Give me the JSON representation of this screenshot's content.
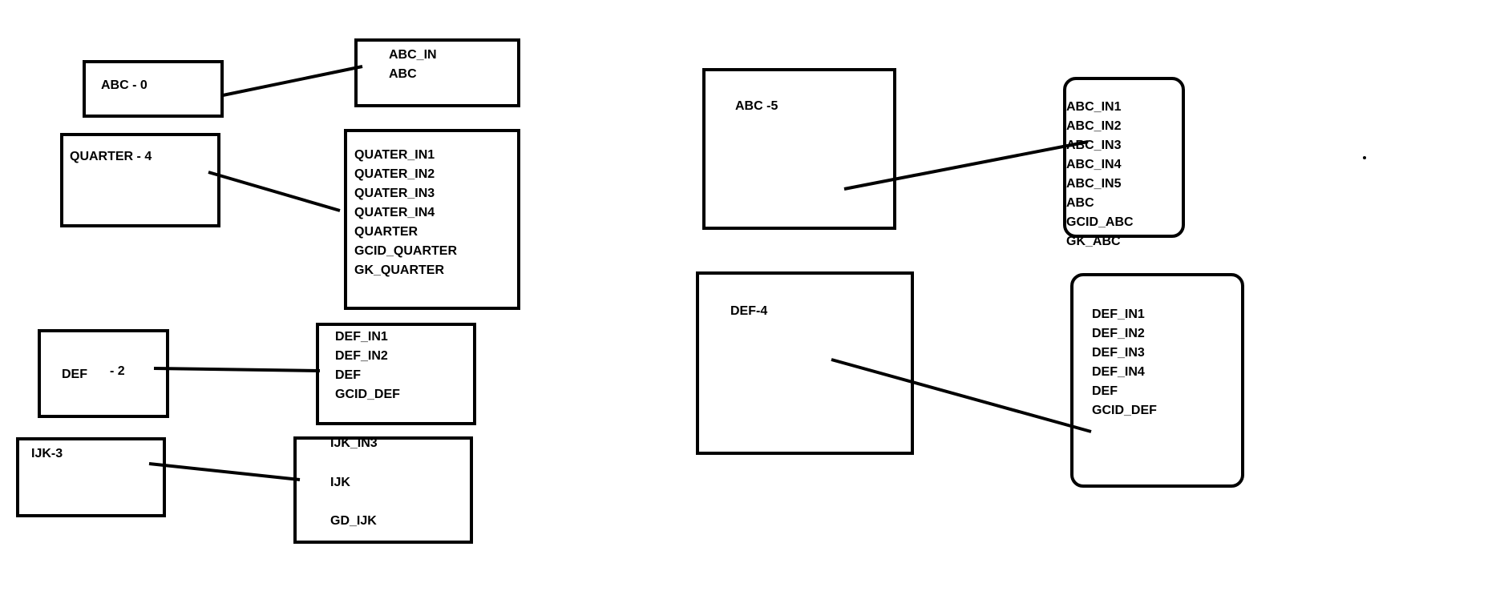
{
  "entities_left": {
    "abc": {
      "name": "ABC - 0",
      "fields": [
        "ABC_IN",
        "ABC"
      ]
    },
    "quarter": {
      "name": "QUARTER  - 4",
      "fields": [
        "QUATER_IN1",
        "QUATER_IN2",
        "QUATER_IN3",
        "QUATER_IN4",
        "QUARTER",
        "GCID_QUARTER",
        "GK_QUARTER"
      ]
    },
    "def": {
      "name_part1": "DEF",
      "name_part2": "- 2",
      "fields": [
        "DEF_IN1",
        "DEF_IN2",
        "DEF",
        "GCID_DEF"
      ]
    },
    "ijk": {
      "name": "IJK-3",
      "fields": [
        "IJK_IN3",
        "IJK",
        "GD_IJK"
      ]
    }
  },
  "entities_right": {
    "abc": {
      "name": "ABC -5",
      "fields": [
        "ABC_IN1",
        "ABC_IN2",
        "ABC_IN3",
        "ABC_IN4",
        "ABC_IN5",
        "ABC",
        "GCID_ABC",
        "GK_ABC"
      ]
    },
    "def": {
      "name": "DEF-4",
      "fields": [
        "DEF_IN1",
        "DEF_IN2",
        "DEF_IN3",
        "DEF_IN4",
        "DEF",
        "GCID_DEF"
      ]
    }
  }
}
